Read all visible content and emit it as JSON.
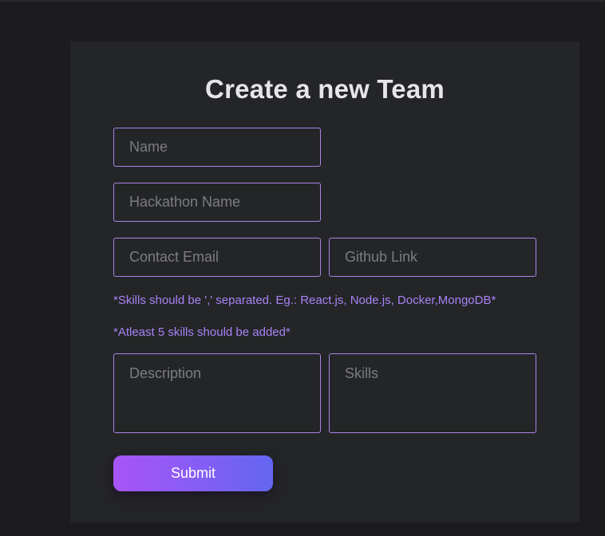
{
  "form": {
    "title": "Create a new Team",
    "fields": {
      "name": {
        "placeholder": "Name",
        "value": ""
      },
      "hackathon_name": {
        "placeholder": "Hackathon Name",
        "value": ""
      },
      "contact_email": {
        "placeholder": "Contact Email",
        "value": ""
      },
      "github_link": {
        "placeholder": "Github Link",
        "value": ""
      },
      "description": {
        "placeholder": "Description",
        "value": ""
      },
      "skills": {
        "placeholder": "Skills",
        "value": ""
      }
    },
    "hints": {
      "skills_format": "*Skills should be ',' separated. Eg.: React.js, Node.js, Docker,MongoDB*",
      "skills_minimum": "*Atleast 5 skills should be added*"
    },
    "submit_label": "Submit"
  },
  "colors": {
    "page_bg": "#1c1c1e",
    "card_bg": "#242527",
    "field_border": "#a985e8",
    "hint_text": "#a783f5",
    "button_gradient_start": "#a855f7",
    "button_gradient_end": "#6366f1"
  }
}
